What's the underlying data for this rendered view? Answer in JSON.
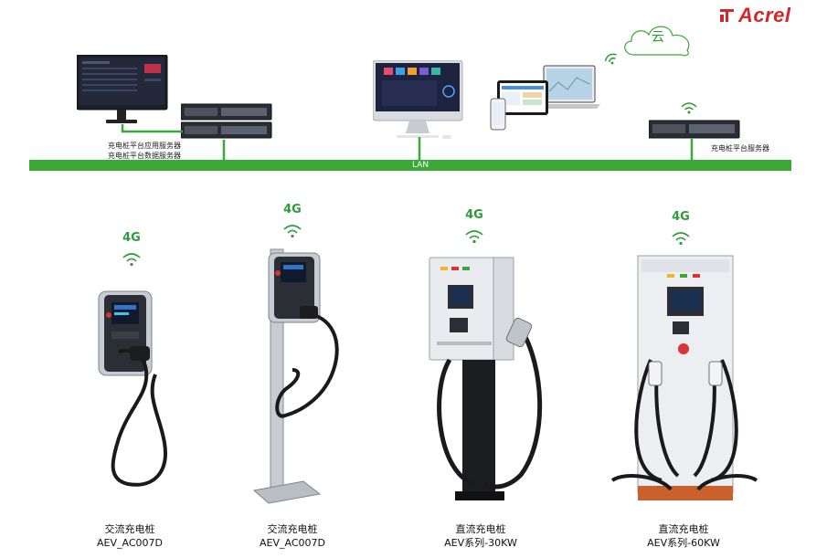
{
  "brand": {
    "name": "Acrel"
  },
  "network": {
    "lan_label": "LAN",
    "cloud_label": "云",
    "servers_left": [
      "充电桩平台应用服务器",
      "充电桩平台数据服务器"
    ],
    "server_right": "充电桩平台服务器"
  },
  "signal_label": "4G",
  "chargers": [
    {
      "type": "交流充电桩",
      "model": "AEV_AC007D"
    },
    {
      "type": "交流充电桩",
      "model": "AEV_AC007D"
    },
    {
      "type": "直流充电桩",
      "model": "AEV系列-30KW"
    },
    {
      "type": "直流充电桩",
      "model": "AEV系列-60KW"
    }
  ],
  "colors": {
    "lan": "#3aa935",
    "brand": "#d3282a",
    "signal": "#2e9b3a"
  }
}
